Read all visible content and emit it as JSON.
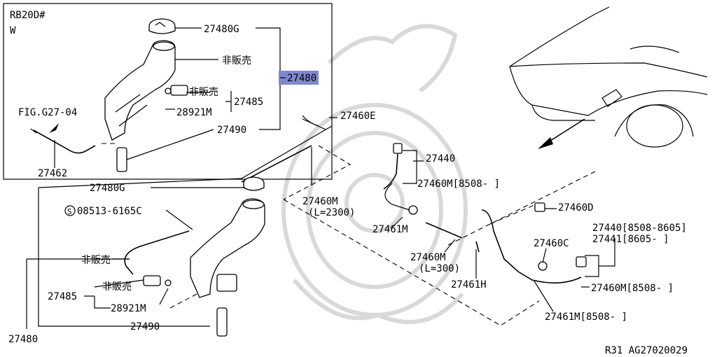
{
  "inset": {
    "title_line1": "RB20D#",
    "title_line2": "W",
    "fig_ref": "FIG.G27-04",
    "labels": {
      "cap": "27480G",
      "tank_nonsale": "非販売",
      "highlighted": "27480",
      "pump_nonsale": "非販売",
      "pump_group": "27485",
      "pump": "28921M",
      "strainer": "27490",
      "hose": "27462"
    }
  },
  "main": {
    "labels": {
      "clip": "27460E",
      "nozzle_group": "27440",
      "hose_8508": "27460M[8508-  ]",
      "long_hose": "27460M",
      "long_hose_len": "(L=2300)",
      "screw_symbol": "S",
      "screw": "08513-6165C",
      "joint1": "27461M",
      "short_hose": "27460M",
      "short_hose_len": "(L=300)",
      "joint_h": "27461H",
      "clip_d": "27460D",
      "clip_c": "27460C",
      "nozzle_range": "27440[8508-8605]",
      "nozzle_alt": "27441[8605-  ]",
      "hose_right": "27460M[8508-  ]",
      "joint_right": "27461M[8508-  ]",
      "cap": "27480G",
      "tank_nonsale": "非販売",
      "pump_nonsale": "非販売",
      "pump_group": "27485",
      "pump": "28921M",
      "strainer": "27490",
      "tank_assy": "27480"
    }
  },
  "footer": {
    "code": "R31  AG27020029"
  }
}
